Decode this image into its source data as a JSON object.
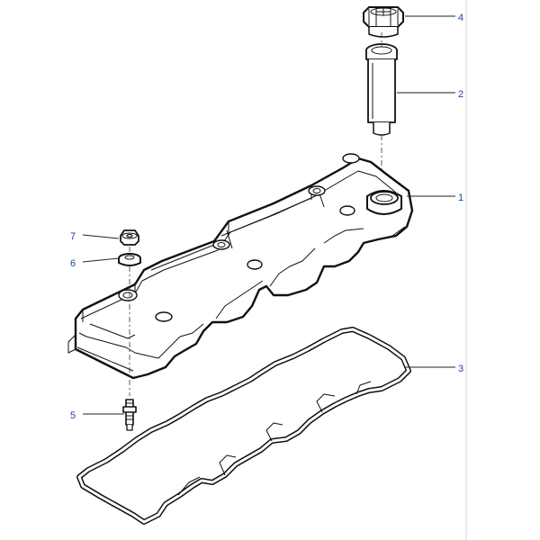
{
  "callouts": [
    {
      "id": "c1",
      "label": "1"
    },
    {
      "id": "c2",
      "label": "2"
    },
    {
      "id": "c3",
      "label": "3"
    },
    {
      "id": "c4",
      "label": "4"
    },
    {
      "id": "c5",
      "label": "5"
    },
    {
      "id": "c6",
      "label": "6"
    },
    {
      "id": "c7",
      "label": "7"
    }
  ],
  "colors": {
    "callout_text": "#1a3fa8",
    "line": "#111111",
    "border": "#cfd6e6"
  }
}
